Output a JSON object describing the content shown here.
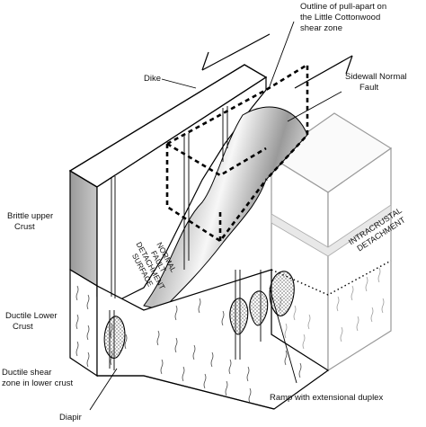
{
  "labels": {
    "outline": [
      "Outline of pull-apart on",
      "the Little Cottonwood",
      "shear zone"
    ],
    "dike": "Dike",
    "sidewall": [
      "Sidewall Normal",
      "Fault"
    ],
    "brittle": [
      "Brittle upper",
      "Crust"
    ],
    "ductile_lower": [
      "Ductile Lower",
      "Crust"
    ],
    "ductile_shear": [
      "Ductile shear",
      "zone in lower crust"
    ],
    "diapir": "Diapir",
    "ramp": "Ramp with extensional duplex",
    "intracrustal": [
      "INTRACRUSTAL",
      "DETACHMENT"
    ],
    "surface": [
      "NORMAL",
      "FAULT",
      "DETACHMENT",
      "SURFACE"
    ]
  }
}
